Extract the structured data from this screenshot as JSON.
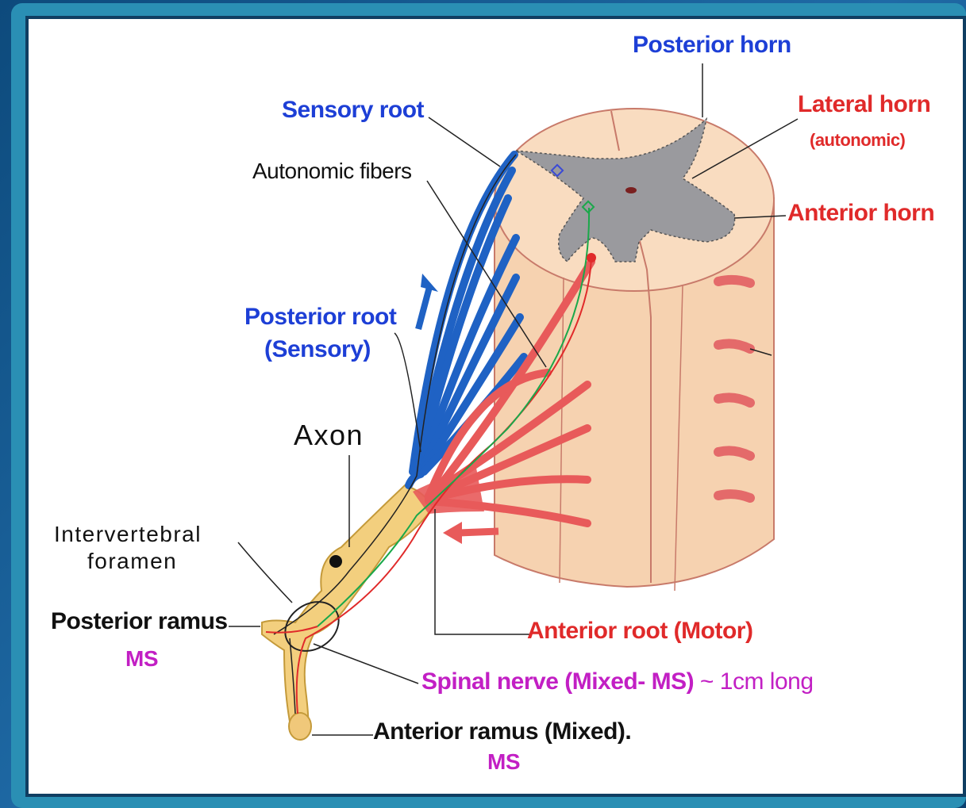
{
  "labels": {
    "posterior_horn": "Posterior horn",
    "lateral_horn": "Lateral horn",
    "lateral_horn_note": "(autonomic)",
    "anterior_horn": "Anterior horn",
    "sensory_root": "Sensory root",
    "autonomic_fibers": "Autonomic fibers",
    "posterior_root": "Posterior root",
    "posterior_root_note": "(Sensory)",
    "axon": "Axon",
    "intervertebral_line1": "Intervertebral",
    "intervertebral_line2": "foramen",
    "posterior_ramus": "Posterior ramus",
    "posterior_ramus_ms": "MS",
    "anterior_root_motor": "Anterior root (Motor)",
    "spinal_nerve": "Spinal nerve (Mixed- MS)",
    "spinal_nerve_length": "~ 1cm long",
    "anterior_ramus": "Anterior ramus (Mixed).",
    "anterior_ramus_ms": "MS"
  },
  "colors": {
    "sensory": "#1d3fd6",
    "motor": "#e02a2a",
    "mixed": "#c21fc4",
    "spinal_cord": "#f6d2b0",
    "grey_matter": "#9a9a9e",
    "nerve": "#f3cf7e"
  }
}
